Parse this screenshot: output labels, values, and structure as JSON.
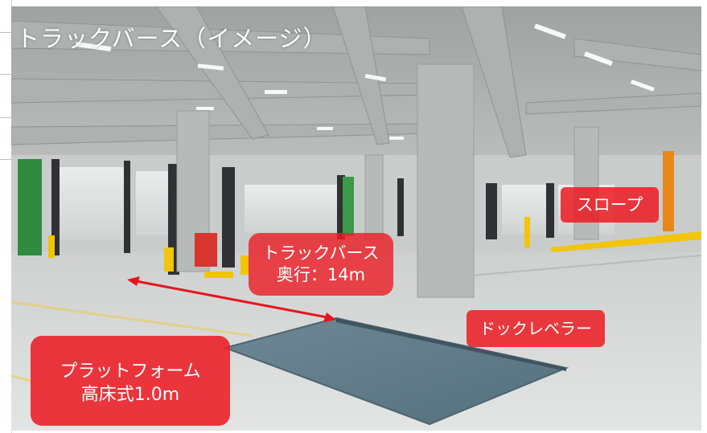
{
  "image": {
    "title": "トラックバース（イメージ）",
    "callouts": {
      "slope": "スロープ",
      "depth_line1": "トラックバース",
      "depth_line2": "奥行：14m",
      "dock_leveller": "ドックレベラー",
      "platform_line1": "プラットフォーム",
      "platform_line2": "高床式1.0m"
    },
    "colors": {
      "callout_red": "#EC1C24",
      "arrow_red": "#E8141E",
      "floor": "#D8DBDA",
      "concrete": "#B9BCBA",
      "leveller_plate": "#5F7886",
      "safety_yellow": "#F2C40A",
      "column_orange": "#E8881A",
      "door_green": "#2E8A3E"
    }
  }
}
